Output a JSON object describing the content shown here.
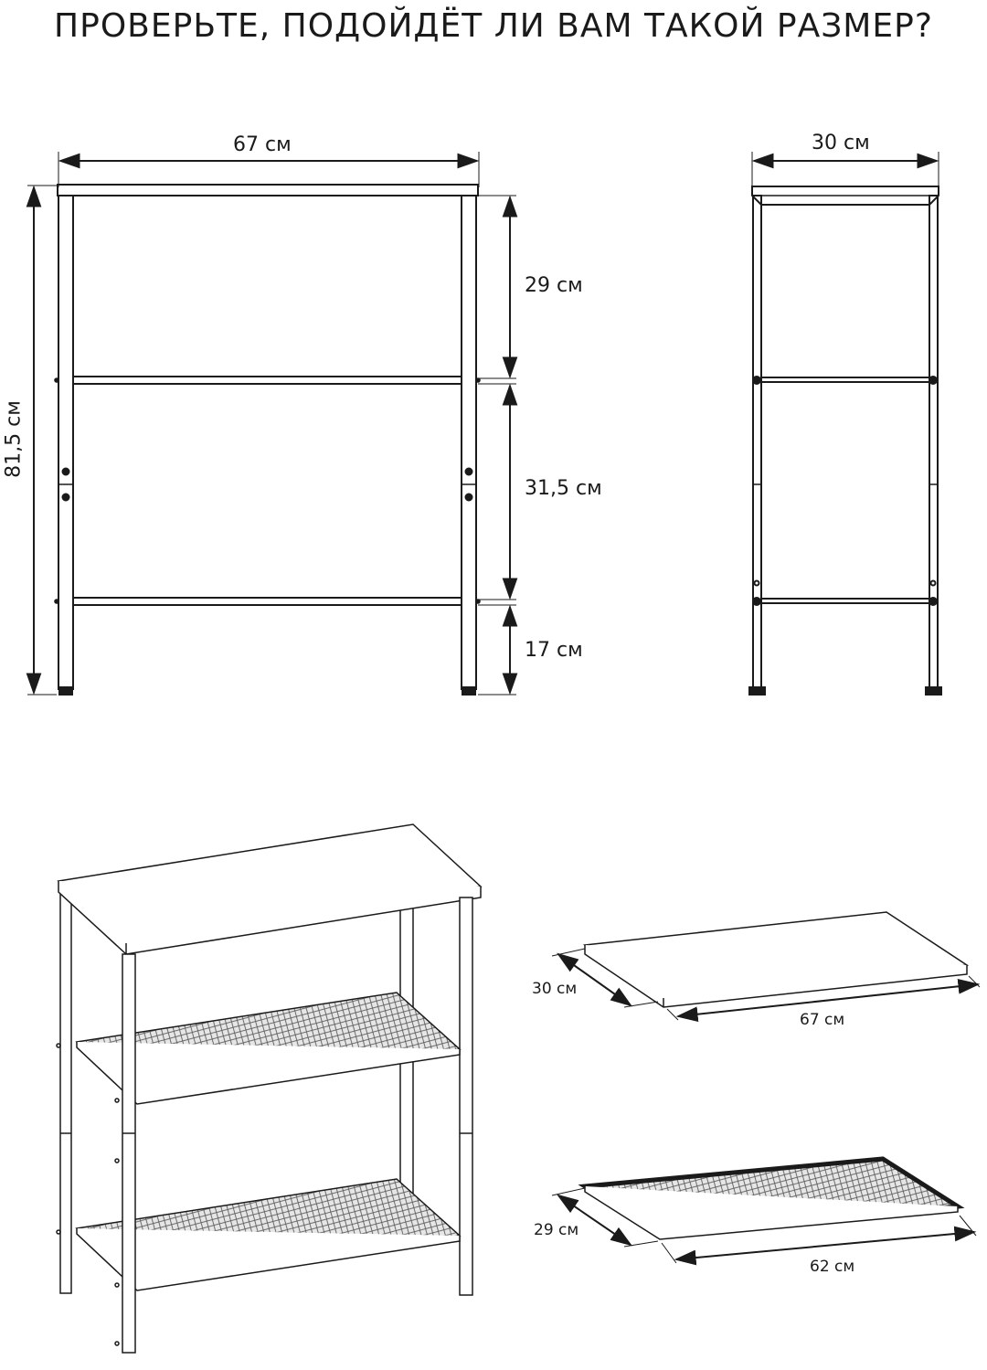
{
  "title": "ПРОВЕРЬТЕ, ПОДОЙДЁТ ЛИ ВАМ ТАКОЙ РАЗМЕР?",
  "front_view": {
    "width": "67 см",
    "height": "81,5 см",
    "gap_top": "29 см",
    "gap_middle": "31,5 см",
    "gap_bottom": "17 см"
  },
  "side_view": {
    "depth": "30 см"
  },
  "top_board": {
    "depth": "30 см",
    "width": "67 см"
  },
  "mesh_shelf": {
    "depth": "29 см",
    "width": "62 см"
  },
  "colors": {
    "line": "#1a1a1a",
    "mesh": "#555555"
  }
}
